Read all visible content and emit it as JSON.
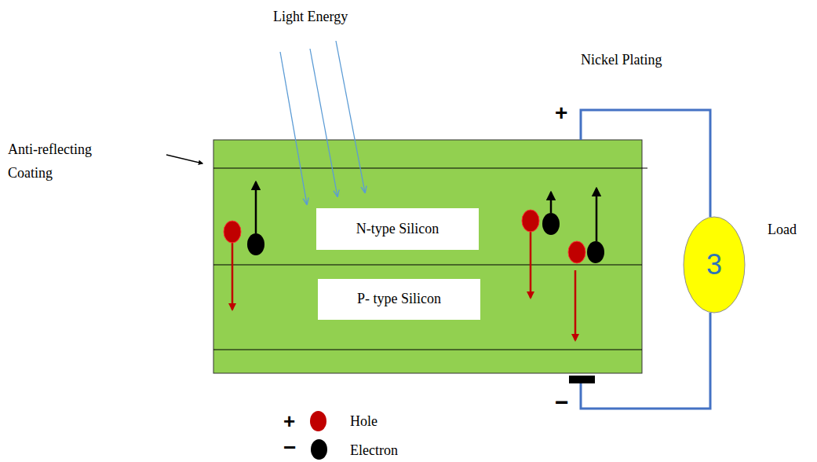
{
  "diagram": {
    "nodes": [
      {
        "text": [
          "N-type Silicon"
        ]
      },
      {
        "text": [
          "P- type Silicon"
        ]
      },
      {
        "text": [
          "Load",
          "3"
        ]
      }
    ],
    "labels": [
      "Light Energy",
      "Anti-reflecting Coating",
      "Nickel Plating",
      "+",
      "−",
      "+",
      "−"
    ],
    "legend": [
      {
        "text": "Hole",
        "color": "#c00000"
      },
      {
        "text": "Electron",
        "color": "#000000"
      }
    ]
  }
}
